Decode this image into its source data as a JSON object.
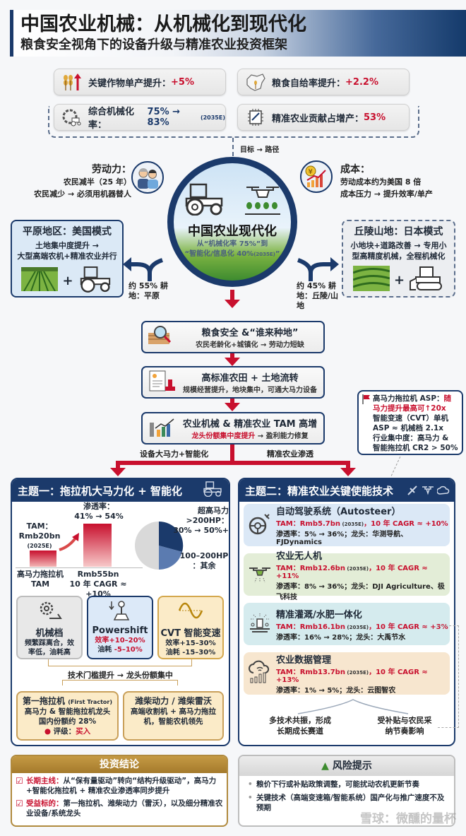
{
  "header": {
    "title": "中国农业机械：从机械化到现代化",
    "subtitle": "粮食安全视角下的设备升级与精准农业投资框架"
  },
  "kpis": [
    {
      "label": "关键作物单产提升：",
      "value": "+5%",
      "icon": "wheat-up-arrow-icon"
    },
    {
      "label": "粮食自给率提升：",
      "value": "+2.2%",
      "icon": "china-map-wheat-icon"
    },
    {
      "label": "综合机械化率：",
      "value": "75% → 83%",
      "value_note": "(2035E)",
      "icon": "gear-tractor-icon"
    },
    {
      "label": "精准农业贡献占增产：",
      "value": "53%",
      "icon": "chip-satellite-icon"
    }
  ],
  "goal_path_label": "目标 → 路径",
  "labor": {
    "title": "劳动力：",
    "line1": "农民减半（25 年）",
    "line2": "农民减少 → 必须用机器替人"
  },
  "cost": {
    "title": "成本：",
    "line1": "劳动成本约为美国 8 倍",
    "line2": "成本压力 → 提升效率/单产"
  },
  "center": {
    "title": "中国农业现代化",
    "line1": "从“机械化率 75%”到",
    "line2": "“智能化/信息化 40%",
    "line2_note": "(2035E)",
    "line2_end": "”"
  },
  "plain": {
    "title": "平原地区：美国模式",
    "line1": "土地集中度提升 →",
    "line2": "大型高端农机+精准农业并行",
    "share": "约 55% 耕地：平原"
  },
  "hill": {
    "title": "丘陵山地：日本模式",
    "line1": "小地块+道路改善 → 专用小",
    "line2": "型高精度机械，全程机械化",
    "share": "约 45% 耕地：丘陵/山地"
  },
  "flow": [
    {
      "title": "粮食安全 &“谁来种地”",
      "desc": "农民老龄化+城镇化 → 劳动力短缺",
      "icon": "field-magnifier-icon"
    },
    {
      "title": "高标准农田 + 土地流转",
      "desc": "规模经营提升，地块集中，可通大马力设备",
      "icon": "document-stamp-icon"
    },
    {
      "title": "农业机械 & 精准农业 TAM 高增",
      "desc_red": "龙头份额集中度提升",
      "desc_rest": " → 盈利能力修复",
      "icon": "factory-chart-icon"
    }
  ],
  "branch_left": "设备大马力+智能化",
  "branch_right": "精准农业渗透",
  "note": {
    "line1_black": "高马力拖拉机 ASP：",
    "line1_red": "随马力提升最高可↑20x",
    "line2": "智能变速（CVT）单机 ASP ≈ 机械档 2.1x",
    "line3": "行业集中度：高马力 & 智能拖拉机 CR2 > 50%"
  },
  "theme1": {
    "title": "主题一：拖拉机大马力化 + 智能化",
    "bar_chart": {
      "tam_label": "TAM：",
      "tam_value": "Rmb20bn",
      "tam_year": "(2025E)",
      "penetration_label": "渗透率：",
      "penetration_value": "41% → 54%",
      "x_left_1": "高马力拖拉机",
      "x_left_2": "TAM",
      "x_right_1": "Rmb55bn",
      "x_right_2": "10 年 CAGR ≈ +10%"
    },
    "pie": {
      "label_top_1": "超高马力>200HP：",
      "label_top_2": "30% → 50%+",
      "label_bottom_1": "100–200HP",
      "label_bottom_2": "：其余"
    },
    "gears": [
      {
        "name": "机械档",
        "line1": "频繁踩离合，效",
        "line2": "率低，油耗高",
        "icon": "gear-pedal-icon"
      },
      {
        "name": "Powershift",
        "line1": "效率+10–20%",
        "line2_a": "油耗 ",
        "line2_b": "-5–10%",
        "icon": "gear-lever-icon"
      },
      {
        "name": "CVT 智能变速",
        "line1": "效率+15–30%",
        "line2": "油耗 -15–30%",
        "icon": "sine-wave-icon"
      }
    ],
    "threshold_label": "技术门槛提升 → 龙头份额集中",
    "companies": [
      {
        "name": "第一拖拉机",
        "name_en": "(First Tractor)",
        "line1": "高马力 & 智能拖拉机龙头",
        "line2": "国内份额约 28%",
        "rating_label": "评级：",
        "rating": "买入"
      },
      {
        "name": "潍柴动力 / 潍柴雷沃",
        "line1": "高端收割机 + 高马力拖拉",
        "line2": "机，智能农机领先"
      }
    ]
  },
  "theme2": {
    "title": "主题二：精准农业关键使能技术",
    "techs": [
      {
        "name": "自动驾驶系统（Autosteer）",
        "tam": "TAM：Rmb5.7bn",
        "tam_note": " (2035E)",
        "cagr": "，10 年 CAGR ≈ +10%",
        "pen": "渗透率：5% → 36%；龙头：华测导航、FJDynamics",
        "bg": "#dbe8f6",
        "icon": "steering-satellite-icon"
      },
      {
        "name": "农业无人机",
        "tam": "TAM：Rmb12.6bn",
        "tam_note": " (2035E)",
        "cagr": "，10 年 CAGR ≈ +11%",
        "pen": "渗透率：8% → 36%；龙头：DJI Agriculture、极飞科技",
        "bg": "#e3edd7",
        "icon": "drone-spray-icon"
      },
      {
        "name": "精准灌溉/水肥一体化",
        "tam": "TAM：Rmb16.1bn",
        "tam_note": " (2035E)",
        "cagr": "，10 年 CAGR ≈ +3%",
        "pen": "渗透率：16% → 28%；龙头：大禹节水",
        "bg": "#d5ebee",
        "icon": "sprinkler-icon"
      },
      {
        "name": "农业数据管理",
        "tam": "TAM：Rmb13.7bn",
        "tam_note": " (2035E)",
        "cagr": "，10 年 CAGR ≈ +13%",
        "pen": "渗透率：1% → 5%；龙头：云图智农",
        "bg": "#f7e6cf",
        "icon": "cloud-data-icon"
      }
    ],
    "bottom_left_1": "多技术共振，形成",
    "bottom_left_2": "长期成长赛道",
    "bottom_right_1": "受补贴与农民采",
    "bottom_right_2": "纳节奏影响"
  },
  "conclusion": {
    "title": "投资结论",
    "items": [
      {
        "label": "长期主线：",
        "text": "从“保有量驱动”转向“结构升级驱动”，高马力+智能化拖拉机 + 精准农业渗透率同步提升"
      },
      {
        "label": "受益标的：",
        "text": "第一拖拉机、潍柴动力（雷沃），以及细分精准农业设备/系统龙头"
      }
    ]
  },
  "risk": {
    "title": "风险提示",
    "items": [
      "粮价下行或补贴政策调整，可能扰动农机更新节奏",
      "关键技术（高端变速箱/智能系统）国产化与推广速度不及预期"
    ]
  },
  "watermark": "雪球：微醺的量杯",
  "colors": {
    "navy": "#1b3a6b",
    "red": "#c8102e",
    "gold": "#b08a3e"
  }
}
